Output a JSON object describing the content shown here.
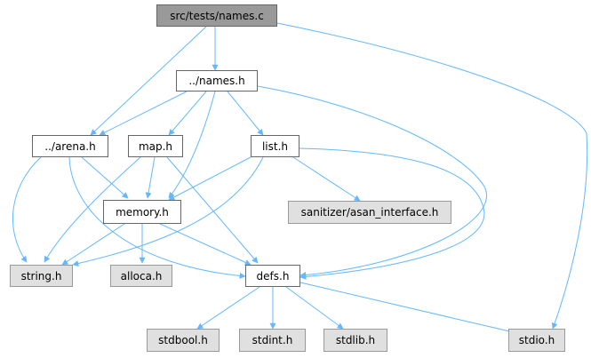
{
  "colors": {
    "edge": "#63b8ff",
    "root_fill": "#999999",
    "local_fill": "#ffffff",
    "system_fill": "#e0e0e0",
    "border": "#666666"
  },
  "nodes": {
    "names_c": "src/tests/names.c",
    "names_h": "../names.h",
    "arena_h": "../arena.h",
    "map_h": "map.h",
    "list_h": "list.h",
    "memory_h": "memory.h",
    "sanitizer_h": "sanitizer/asan_interface.h",
    "string_h": "string.h",
    "alloca_h": "alloca.h",
    "defs_h": "defs.h",
    "stdbool_h": "stdbool.h",
    "stdint_h": "stdint.h",
    "stdlib_h": "stdlib.h",
    "stdio_h": "stdio.h"
  }
}
